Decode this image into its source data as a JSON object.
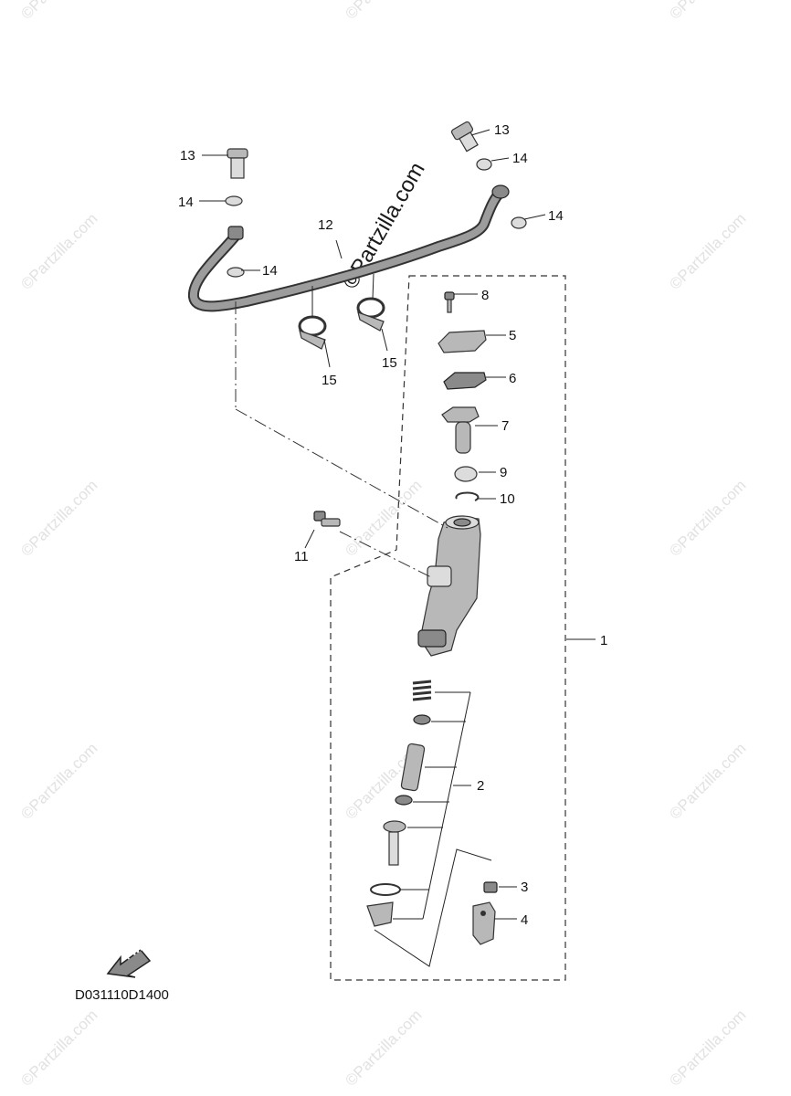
{
  "diagram": {
    "code": "D031110D1400",
    "direction_label": "FWD",
    "watermark": "©Partzilla.com",
    "callouts": [
      "1",
      "2",
      "3",
      "4",
      "5",
      "6",
      "7",
      "8",
      "9",
      "10",
      "11",
      "12",
      "13",
      "13",
      "14",
      "14",
      "14",
      "14",
      "15",
      "15"
    ]
  }
}
